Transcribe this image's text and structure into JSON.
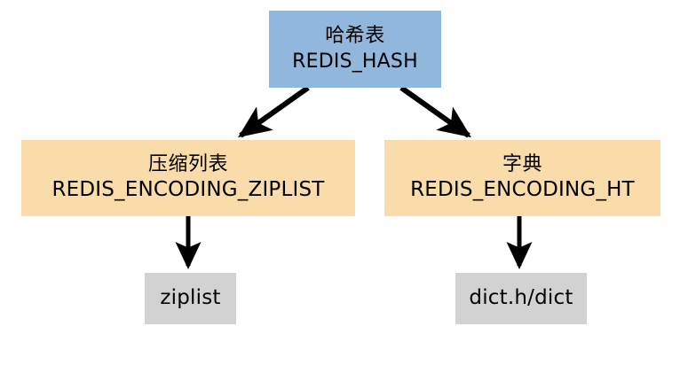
{
  "diagram": {
    "type": "tree",
    "background": "#ffffff",
    "colors": {
      "root_fill": "#91b8dc",
      "encoding_fill": "#fadcab",
      "implementation_fill": "#d2d2d2",
      "edge": "#000000",
      "text": "#000000"
    },
    "nodes": {
      "hash": {
        "title_cn": "哈希表",
        "constant": "REDIS_HASH"
      },
      "ziplist_encoding": {
        "title_cn": "压缩列表",
        "constant": "REDIS_ENCODING_ZIPLIST"
      },
      "ht_encoding": {
        "title_cn": "字典",
        "constant": "REDIS_ENCODING_HT"
      },
      "ziplist_impl": {
        "label": "ziplist"
      },
      "dict_impl": {
        "label": "dict.h/dict"
      }
    },
    "edges": [
      {
        "name": "hash-to-ziplist-encoding",
        "from": "hash",
        "to": "ziplist_encoding",
        "style": "solid-arrow"
      },
      {
        "name": "hash-to-ht-encoding",
        "from": "hash",
        "to": "ht_encoding",
        "style": "solid-arrow"
      },
      {
        "name": "ziplist-encoding-to-ziplist-impl",
        "from": "ziplist_encoding",
        "to": "ziplist_impl",
        "style": "solid-arrow"
      },
      {
        "name": "ht-encoding-to-dict-impl",
        "from": "ht_encoding",
        "to": "dict_impl",
        "style": "solid-arrow"
      }
    ]
  }
}
